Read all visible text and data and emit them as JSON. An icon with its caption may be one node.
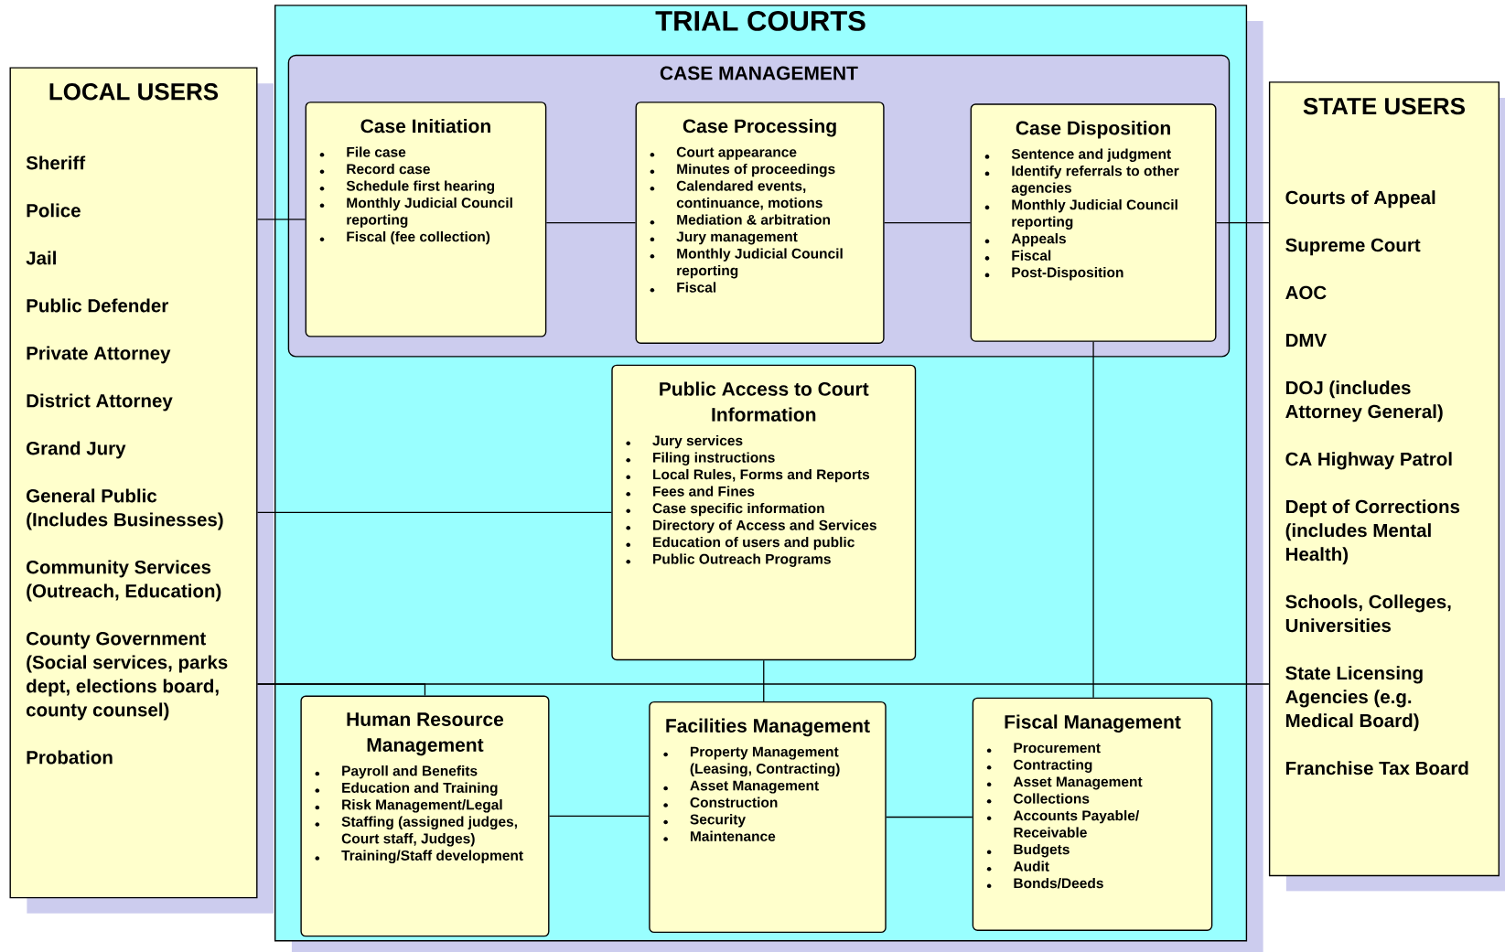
{
  "diagram": {
    "nodes": [
      {
        "text": [
          "LOCAL USERS",
          "Sheriff",
          "Police",
          "Jail",
          "Public Defender",
          "Private Attorney",
          "District Attorney",
          "Grand Jury",
          "General Public (Includes Businesses)",
          "Community Services (Outreach, Education)",
          "County Government (Social services, parks dept, elections board, county counsel)",
          "Probation"
        ]
      },
      {
        "text": [
          "TRIAL COURTS"
        ]
      },
      {
        "text": [
          "CASE MANAGEMENT"
        ],
        "in": 1
      },
      {
        "text": [
          "Case Initiation",
          "File case",
          "Record case",
          "Schedule first hearing",
          "Monthly Judicial Council reporting",
          "Fiscal (fee collection)"
        ],
        "in": 2
      },
      {
        "text": [
          "Case Processing",
          "Court appearance",
          "Minutes of proceedings",
          "Calendared events, continuance, motions",
          "Mediation & arbitration",
          "Jury management",
          "Monthly Judicial Council reporting",
          "Fiscal"
        ],
        "in": 2
      },
      {
        "text": [
          "Case Disposition",
          "Sentence and judgment",
          "Identify referrals to other agencies",
          "Monthly Judicial Council reporting",
          "Appeals",
          "Fiscal",
          "Post-Disposition"
        ],
        "in": 2
      },
      {
        "text": [
          "Public Access to Court Information",
          "Jury services",
          "Filing instructions",
          "Local Rules, Forms and Reports",
          "Fees and Fines",
          "Case specific information",
          "Directory of Access and Services",
          "Education of users and public",
          "Public Outreach Programs"
        ],
        "in": 1
      },
      {
        "text": [
          "Human Resource Management",
          "Payroll and Benefits",
          "Education and Training",
          "Risk Management/Legal",
          "Staffing (assigned judges, Court staff, Judges)",
          "Training/Staff development"
        ],
        "in": 1
      },
      {
        "text": [
          "Facilities Management",
          "Property Management (Leasing, Contracting)",
          "Asset Management",
          "Construction",
          "Security",
          "Maintenance"
        ],
        "in": 1
      },
      {
        "text": [
          "Fiscal Management",
          "Procurement",
          "Contracting",
          "Asset Management",
          "Collections",
          "Accounts Payable/ Receivable",
          "Budgets",
          "Audit",
          "Bonds/Deeds"
        ],
        "in": 1
      },
      {
        "text": [
          "STATE USERS",
          "Courts of Appeal",
          "Supreme Court",
          "AOC",
          "DMV",
          "DOJ (includes Attorney General)",
          "CA Highway Patrol",
          "Dept of Corrections (includes Mental Health)",
          "Schools, Colleges, Universities",
          "State Licensing Agencies (e.g. Medical Board)",
          "Franchise Tax Board"
        ]
      }
    ],
    "edges": [
      {
        "from": 0,
        "to": 3,
        "arrow": "none"
      },
      {
        "from": 3,
        "to": 4,
        "arrow": "none"
      },
      {
        "from": 4,
        "to": 5,
        "arrow": "none"
      },
      {
        "from": 5,
        "to": 10,
        "arrow": "none"
      },
      {
        "from": 0,
        "to": 6,
        "arrow": "none"
      },
      {
        "from": 0,
        "to": 10,
        "arrow": "none"
      },
      {
        "from": 0,
        "to": 7,
        "arrow": "none"
      },
      {
        "from": 6,
        "to": 8,
        "arrow": "none"
      },
      {
        "from": 5,
        "to": 9,
        "arrow": "none"
      },
      {
        "from": 7,
        "to": 8,
        "arrow": "none"
      },
      {
        "from": 8,
        "to": 9,
        "arrow": "none"
      }
    ]
  }
}
